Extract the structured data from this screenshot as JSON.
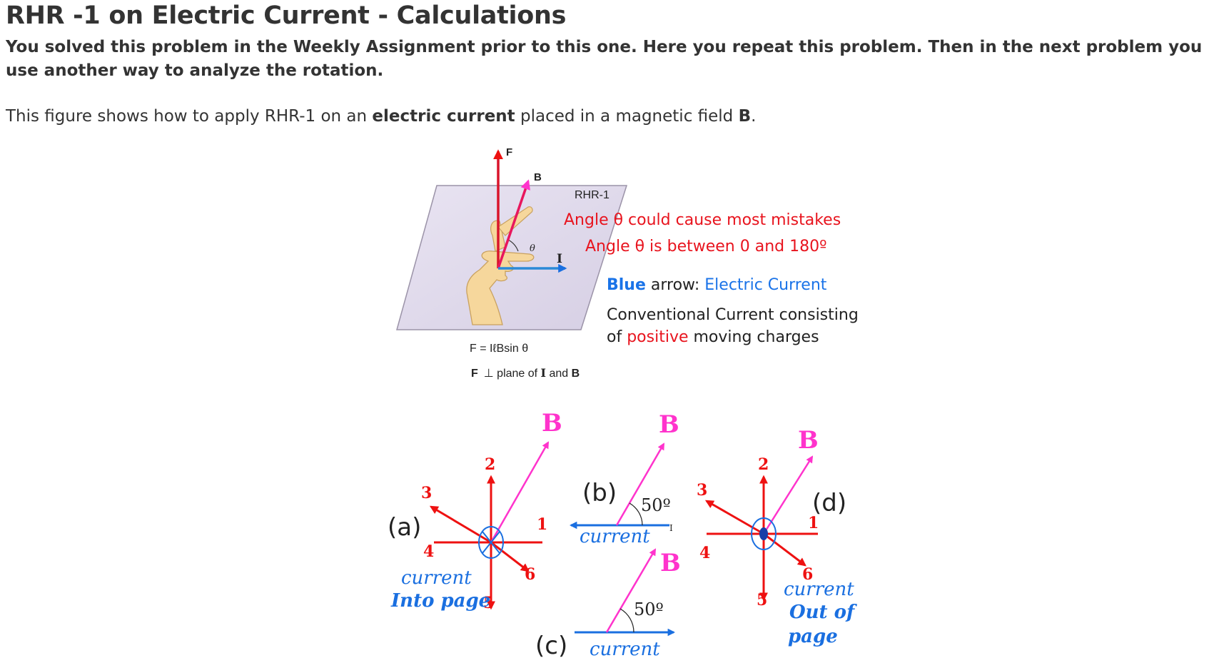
{
  "page": {
    "title": "RHR -1 on Electric Current - Calculations",
    "intro": "You solved this problem in the Weekly Assignment prior to this one. Here you repeat this problem. Then in the next problem you use another way to analyze the rotation.",
    "desc_prefix": "This figure shows how to apply RHR-1 on an ",
    "desc_bold": "electric current",
    "desc_mid": " placed in a magnetic field ",
    "desc_B": "B",
    "desc_end": "."
  },
  "top_figure": {
    "label_F": "F",
    "label_B": "B",
    "label_theta": "θ",
    "label_I": "I",
    "label_rhr": "RHR-1",
    "formula": "F = IℓBsin θ",
    "perp_prefix": "F",
    "perp_symbol": "⊥",
    "perp_mid": " plane of ",
    "perp_I": "I",
    "perp_and": " and ",
    "perp_B": "B"
  },
  "annotations": {
    "angle_warning": "Angle θ could cause most mistakes",
    "angle_range": "Angle θ is between 0 and 180º",
    "blue_word": "Blue",
    "arrow_word": " arrow: ",
    "electric_current": "Electric Current",
    "conventional_line1": "Conventional Current consisting",
    "conventional_of": "of ",
    "positive_word": "positive",
    "moving_charges": " moving charges"
  },
  "panel_a": {
    "label": "(a)",
    "B": "B",
    "n1": "1",
    "n2": "2",
    "n3": "3",
    "n4": "4",
    "n5": "5",
    "n6": "6",
    "current": "current",
    "direction": "Into page"
  },
  "panel_b": {
    "label": "(b)",
    "B": "B",
    "angle": "50º",
    "current": "current",
    "I": "I"
  },
  "panel_c": {
    "label": "(c)",
    "B": "B",
    "angle": "50º",
    "current": "current"
  },
  "panel_d": {
    "label": "(d)",
    "B": "B",
    "n1": "1",
    "n2": "2",
    "n3": "3",
    "n4": "4",
    "n5": "5",
    "n6": "6",
    "current": "current",
    "direction_line1": "Out of",
    "direction_line2": "page"
  },
  "colors": {
    "magnetic_field": "#ff33cc",
    "force": "#ee1111",
    "current": "#1a6fe0",
    "annotation_red": "#e8141e",
    "annotation_blue": "#1a73e8"
  }
}
